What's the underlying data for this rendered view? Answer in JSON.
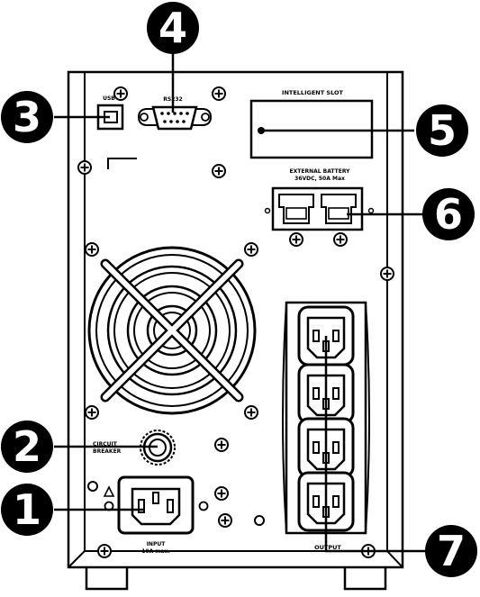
{
  "labels": {
    "usb": "USB",
    "rs232": "RS232",
    "intelligent_slot": "INTELLIGENT SLOT",
    "external_battery_line1": "EXTERNAL BATTERY",
    "external_battery_line2": "36VDC, 50A Max",
    "circuit_breaker_line1": "CIRCUIT",
    "circuit_breaker_line2": "BREAKER",
    "input_line1": "INPUT",
    "input_line2": "10A max.",
    "output": "OUTPUT"
  },
  "callouts": [
    {
      "number": "1",
      "target": "AC input socket"
    },
    {
      "number": "2",
      "target": "Circuit breaker"
    },
    {
      "number": "3",
      "target": "USB port"
    },
    {
      "number": "4",
      "target": "RS232 port"
    },
    {
      "number": "5",
      "target": "Intelligent slot"
    },
    {
      "number": "6",
      "target": "External battery connector"
    },
    {
      "number": "7",
      "target": "Output receptacles"
    }
  ],
  "colors": {
    "ink": "#000000",
    "paper": "#ffffff"
  }
}
